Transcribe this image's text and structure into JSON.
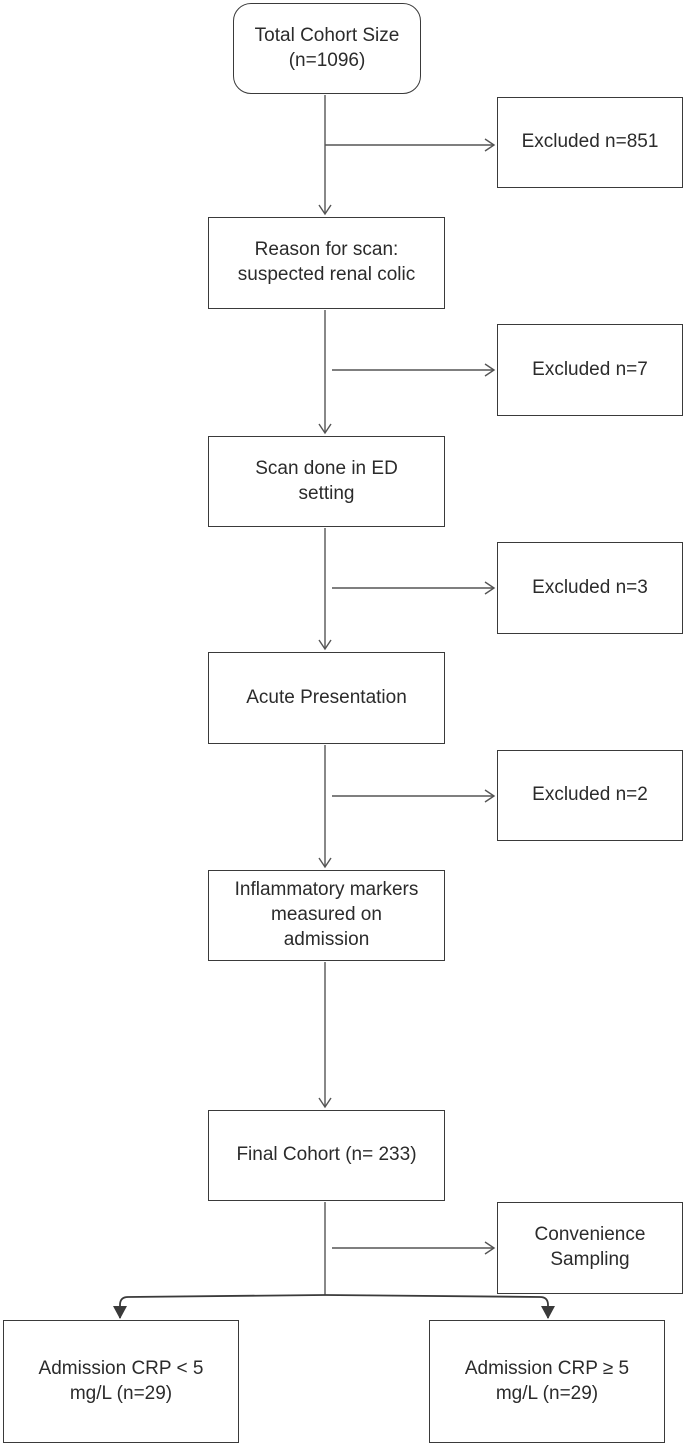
{
  "nodes": {
    "total": "Total Cohort Size\n(n=1096)",
    "excluded_1": "Excluded n=851",
    "reason": "Reason for scan:\nsuspected renal colic",
    "excluded_2": "Excluded n=7",
    "scan_ed": "Scan done in ED\nsetting",
    "excluded_3": "Excluded n=3",
    "acute": "Acute Presentation",
    "excluded_4": "Excluded n=2",
    "inflammatory": "Inflammatory markers\nmeasured on\nadmission",
    "final": "Final Cohort (n= 233)",
    "convenience": "Convenience\nSampling",
    "crp_low": "Admission CRP < 5\nmg/L (n=29)",
    "crp_high": "Admission CRP ≥ 5\nmg/L (n=29)"
  },
  "colors": {
    "line": "#555555",
    "border": "#3a3a3a",
    "text": "#2b2b2b"
  }
}
